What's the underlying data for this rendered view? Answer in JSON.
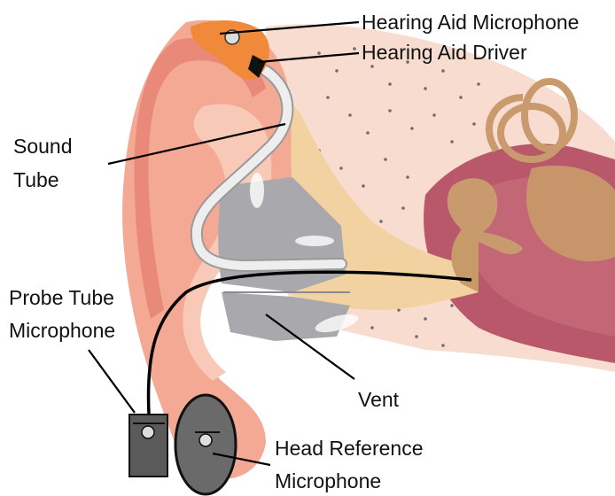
{
  "labels": {
    "hearing_aid_microphone": "Hearing Aid Microphone",
    "hearing_aid_driver": "Hearing Aid Driver",
    "sound_tube": [
      "Sound",
      "Tube"
    ],
    "probe_tube_microphone": [
      "Probe Tube",
      "Microphone"
    ],
    "vent": "Vent",
    "head_reference_microphone": [
      "Head Reference",
      "Microphone"
    ]
  },
  "colors": {
    "pinna": "#f4a995",
    "pinna_highlight": "#f9c9b8",
    "pinna_shadow": "#e8897a",
    "canal_tissue": "#f3d2a2",
    "bone_background": "#f7d9cd",
    "middle_ear": "#b8586a",
    "ossicles": "#c89a6e",
    "cochlea": "#c8946a",
    "earmold": "#a9a9ad",
    "sound_tube": "#eeeeee",
    "hearing_aid_body": "#f08a3a",
    "probe_mic_body": "#5a5a5a",
    "head_ref_mic_body": "#6a6a6a",
    "leader_line": "#000000"
  }
}
